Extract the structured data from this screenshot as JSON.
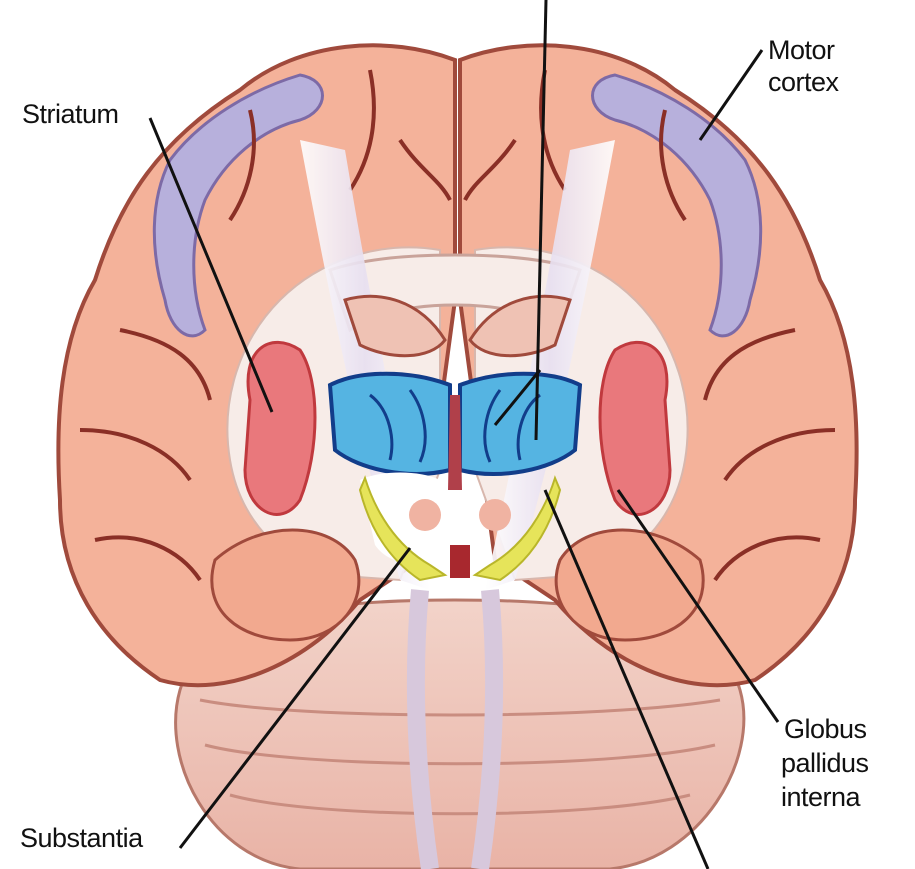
{
  "labels": {
    "striatum": "Striatum",
    "motor_cortex_line1": "Motor",
    "motor_cortex_line2": "cortex",
    "globus_line1": "Globus",
    "globus_line2": "pallidus",
    "globus_line3": "interna",
    "substantia": "Substantia"
  },
  "colors": {
    "cortex": "#f4b29a",
    "white_matter": "#f7ece8",
    "motor_cortex": "#b7b0dc",
    "striatum": "#e9787c",
    "thalamus": "#55b4e2",
    "subthalamic": "#e6e45a",
    "brainstem": "#eec9bd"
  }
}
